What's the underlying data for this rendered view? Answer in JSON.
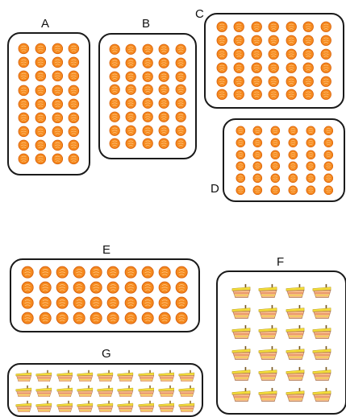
{
  "colors": {
    "outline": "#1a1a1a",
    "orange_fill": "#f58a1f",
    "orange_dark": "#d9620c",
    "orange_light": "#ffc27a",
    "cake_top": "#f4de3a",
    "cake_body": "#f5b98a",
    "cake_stripe": "#e58a5a",
    "cake_candle": "#7a5a22"
  },
  "icons": {
    "round": "orange-cookie-icon",
    "cake": "cake-slice-icon"
  },
  "groups": [
    {
      "id": "A",
      "label": "A",
      "item": "round",
      "rows": 9,
      "cols": 4
    },
    {
      "id": "B",
      "label": "B",
      "item": "round",
      "rows": 8,
      "cols": 5
    },
    {
      "id": "C",
      "label": "C",
      "item": "round",
      "rows": 6,
      "cols": 7
    },
    {
      "id": "D",
      "label": "D",
      "item": "round",
      "rows": 6,
      "cols": 6
    },
    {
      "id": "E",
      "label": "E",
      "item": "round",
      "rows": 4,
      "cols": 10
    },
    {
      "id": "F",
      "label": "F",
      "item": "cake",
      "rows": 6,
      "cols": 4
    },
    {
      "id": "G",
      "label": "G",
      "item": "cake",
      "rows": 3,
      "cols": 9
    }
  ]
}
